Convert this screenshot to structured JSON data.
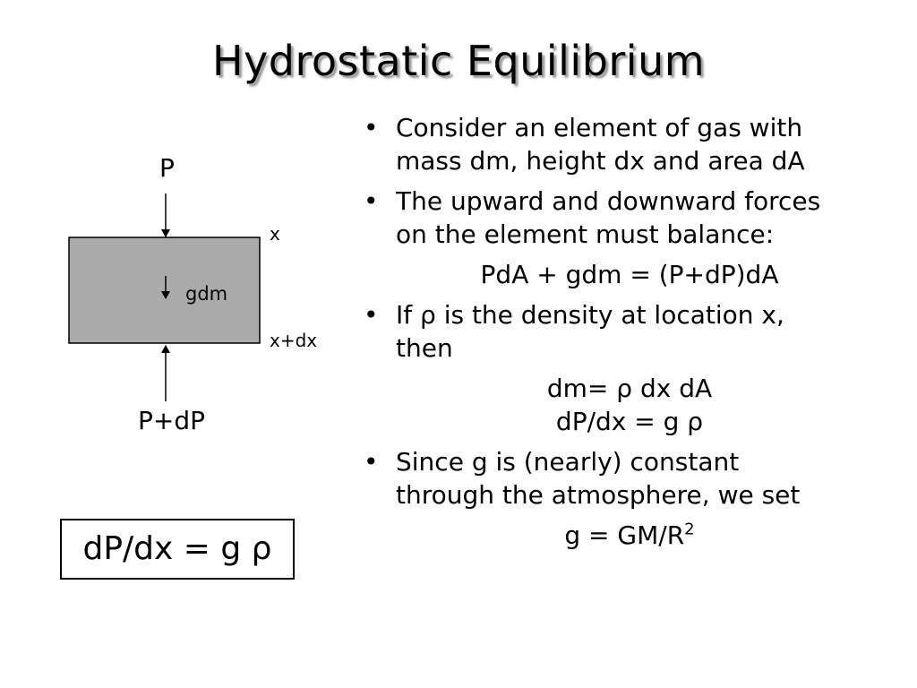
{
  "title": "Hydrostatic Equilibrium",
  "diagram": {
    "top_label": "P",
    "bottom_label": "P+dP",
    "upper_edge_label": "x",
    "lower_edge_label": "x+dx",
    "force_label": "gdm",
    "box_fill": "#aaaaaa"
  },
  "result_equation": "dP/dx = g ρ",
  "bullets": [
    {
      "text": "Consider an element of gas with mass dm, height dx and area dA"
    },
    {
      "text": "The upward and downward forces on the element must balance:"
    },
    {
      "text": "If ρ is the density at location x, then"
    },
    {
      "text": "Since g is (nearly) constant through the atmosphere, we set"
    }
  ],
  "equations": {
    "force_balance": "PdA + gdm = (P+dP)dA",
    "mass": "dm= ρ dx dA",
    "gradient": "dP/dx = g ρ",
    "gravity_base": "g = GM/R",
    "gravity_exponent": "2"
  },
  "bullet_glyph": "•"
}
